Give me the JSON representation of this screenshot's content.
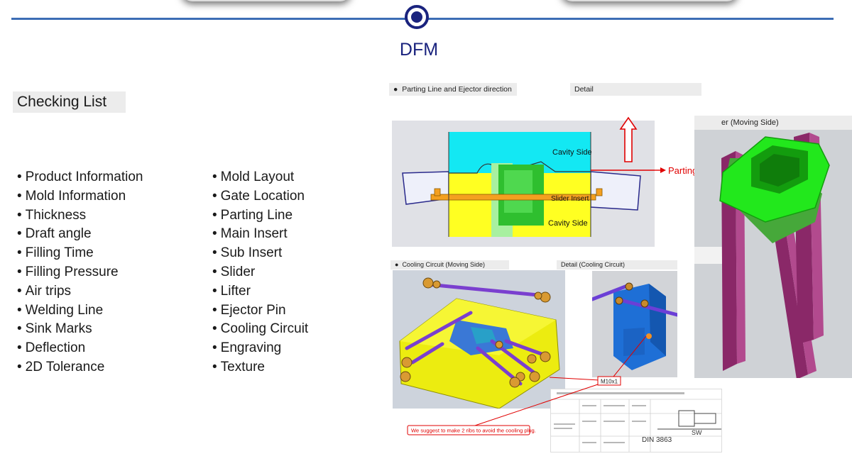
{
  "header": {
    "title": "DFM"
  },
  "checking_list": {
    "heading": "Checking List",
    "column1": [
      "Product Information",
      "Mold Information",
      "Thickness",
      "Draft angle",
      "Filling Time",
      "Filling Pressure",
      "Air trips",
      "Welding Line",
      "Sink Marks",
      "Deflection",
      "2D Tolerance"
    ],
    "column2": [
      "Mold Layout",
      "Gate Location",
      "Parting Line",
      "Main Insert",
      "Sub Insert",
      "Slider",
      "Lifter",
      "Ejector Pin",
      "Cooling Circuit",
      "Engraving",
      "Texture"
    ]
  },
  "parting": {
    "label": "Parting Line and Ejector direction",
    "detail_label": "Detail",
    "cavity_top": "Cavity Side",
    "slider_insert": "Slider Insert",
    "cavity_bottom": "Cavity Side",
    "parting_line": "Parting line"
  },
  "moving_side": {
    "label": "er (Moving Side)"
  },
  "cooling": {
    "label": "Cooling Circuit (Moving Side)",
    "detail_label": "Detail (Cooling Circuit)",
    "m10_label": "M10x1",
    "suggestion": "We suggest to make 2 ribs to avoid the cooling plug.",
    "din": "DIN 3863",
    "sw": "SW"
  },
  "colors": {
    "accent": "#3c6db5",
    "title": "#1a237e",
    "red": "#e00000"
  }
}
